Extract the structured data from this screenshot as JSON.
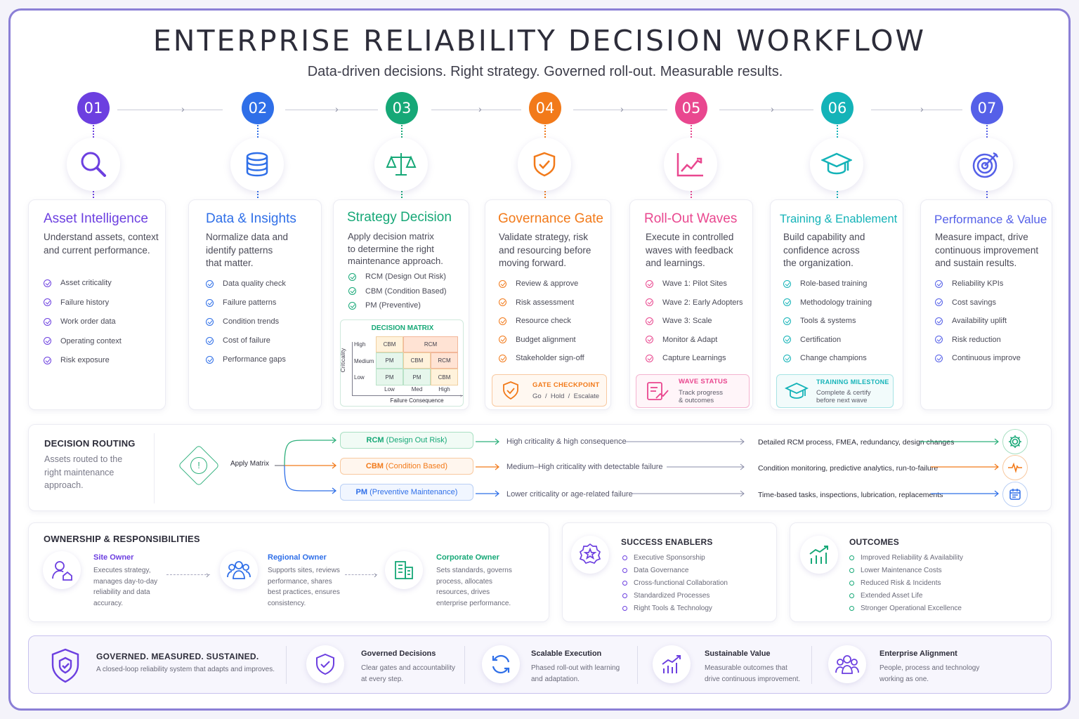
{
  "header": {
    "title": "ENTERPRISE RELIABILITY DECISION WORKFLOW",
    "subtitle": "Data-driven decisions. Right strategy. Governed roll-out. Measurable results."
  },
  "colors": {
    "purple": "#6c3fe0",
    "blue": "#2f6fe8",
    "green": "#16a877",
    "orange": "#f27a1a",
    "pink": "#e9478f",
    "teal": "#14b3b8",
    "indigo": "#5560e8"
  },
  "steps": [
    {
      "num": "01",
      "title": "Asset Intelligence",
      "desc": [
        "Understand assets, context",
        "and current performance."
      ],
      "items": [
        "Asset criticality",
        "Failure history",
        "Work order data",
        "Operating context",
        "Risk exposure"
      ],
      "icon": "search-icon"
    },
    {
      "num": "02",
      "title": "Data & Insights",
      "desc": [
        "Normalize data and",
        "identify patterns",
        "that matter."
      ],
      "items": [
        "Data quality check",
        "Failure patterns",
        "Condition trends",
        "Cost of failure",
        "Performance gaps"
      ],
      "icon": "database-icon"
    },
    {
      "num": "03",
      "title": "Strategy Decision",
      "desc": [
        "Apply decision matrix",
        "to determine the right",
        "maintenance approach."
      ],
      "items": [
        "RCM (Design Out Risk)",
        "CBM (Condition Based)",
        "PM (Preventive)"
      ],
      "icon": "scales-icon"
    },
    {
      "num": "04",
      "title": "Governance Gate",
      "desc": [
        "Validate strategy, risk",
        "and resourcing before",
        "moving forward."
      ],
      "items": [
        "Review & approve",
        "Risk assessment",
        "Resource check",
        "Budget alignment",
        "Stakeholder sign-off"
      ],
      "icon": "shield-check-icon"
    },
    {
      "num": "05",
      "title": "Roll-Out Waves",
      "desc": [
        "Execute in controlled",
        "waves with feedback",
        "and learnings."
      ],
      "items": [
        "Wave 1: Pilot Sites",
        "Wave 2: Early Adopters",
        "Wave 3: Scale",
        "Monitor & Adapt",
        "Capture Learnings"
      ],
      "icon": "trend-chart-icon"
    },
    {
      "num": "06",
      "title": "Training & Enablement",
      "desc": [
        "Build capability and",
        "confidence across",
        "the organization."
      ],
      "items": [
        "Role-based training",
        "Methodology training",
        "Tools & systems",
        "Certification",
        "Change champions"
      ],
      "icon": "graduation-cap-icon"
    },
    {
      "num": "07",
      "title": "Performance & Value",
      "desc": [
        "Measure impact, drive",
        "continuous improvement",
        "and sustain results."
      ],
      "items": [
        "Reliability KPIs",
        "Cost savings",
        "Availability uplift",
        "Risk reduction",
        "Continuous improve"
      ],
      "icon": "target-icon"
    }
  ],
  "matrix": {
    "title": "DECISION MATRIX",
    "ylabel": "Criticality",
    "xlabel": "Failure Consequence",
    "rows": [
      "High",
      "Medium",
      "Low"
    ],
    "cols": [
      "Low",
      "Med",
      "High"
    ],
    "cells": [
      [
        "CBM",
        "RCM",
        "RCM"
      ],
      [
        "PM",
        "CBM",
        "RCM"
      ],
      [
        "PM",
        "PM",
        "CBM"
      ]
    ]
  },
  "gate": {
    "title": "GATE CHECKPOINT",
    "sub": "Go  /  Hold  /  Escalate"
  },
  "wave_status": {
    "title": "WAVE STATUS",
    "sub1": "Track progress",
    "sub2": "& outcomes"
  },
  "training_milestone": {
    "title": "TRAINING MILESTONE",
    "sub1": "Complete & certify",
    "sub2": "before next wave"
  },
  "routing": {
    "title": "DECISION ROUTING",
    "desc": [
      "Assets routed to the",
      "right maintenance",
      "approach."
    ],
    "apply": "Apply Matrix",
    "routes": [
      {
        "bold": "RCM",
        "label": "(Design Out Risk)",
        "cond": "High criticality & high consequence",
        "result": "Detailed RCM process, FMEA, redundancy, design changes",
        "icon": "gear-icon"
      },
      {
        "bold": "CBM",
        "label": "(Condition Based)",
        "cond": "Medium–High criticality with detectable failure",
        "result": "Condition monitoring, predictive analytics, run-to-failure",
        "icon": "pulse-icon"
      },
      {
        "bold": "PM",
        "label": "(Preventive Maintenance)",
        "cond": "Lower criticality or age-related failure",
        "result": "Time-based tasks, inspections, lubrication, replacements",
        "icon": "calendar-icon"
      }
    ]
  },
  "ownership": {
    "title": "OWNERSHIP & RESPONSIBILITIES",
    "owners": [
      {
        "name": "Site Owner",
        "lines": [
          "Executes strategy,",
          "manages day-to-day",
          "reliability and data",
          "accuracy."
        ]
      },
      {
        "name": "Regional Owner",
        "lines": [
          "Supports sites, reviews",
          "performance, shares",
          "best practices, ensures",
          "consistency."
        ]
      },
      {
        "name": "Corporate Owner",
        "lines": [
          "Sets standards, governs",
          "process, allocates",
          "resources, drives",
          "enterprise performance."
        ]
      }
    ]
  },
  "enablers": {
    "title": "SUCCESS ENABLERS",
    "items": [
      "Executive Sponsorship",
      "Data Governance",
      "Cross-functional Collaboration",
      "Standardized Processes",
      "Right Tools & Technology"
    ]
  },
  "outcomes": {
    "title": "OUTCOMES",
    "items": [
      "Improved Reliability & Availability",
      "Lower Maintenance Costs",
      "Reduced Risk & Incidents",
      "Extended Asset Life",
      "Stronger Operational Excellence"
    ]
  },
  "footer": {
    "main_title": "GOVERNED. MEASURED. SUSTAINED.",
    "main_sub": "A closed-loop reliability system that adapts and improves.",
    "blocks": [
      {
        "title": "Governed Decisions",
        "lines": [
          "Clear gates and accountability",
          "at every step."
        ]
      },
      {
        "title": "Scalable Execution",
        "lines": [
          "Phased roll-out with learning",
          "and adaptation."
        ]
      },
      {
        "title": "Sustainable Value",
        "lines": [
          "Measurable outcomes that",
          "drive continuous improvement."
        ]
      },
      {
        "title": "Enterprise Alignment",
        "lines": [
          "People, process and technology",
          "working as one."
        ]
      }
    ]
  }
}
